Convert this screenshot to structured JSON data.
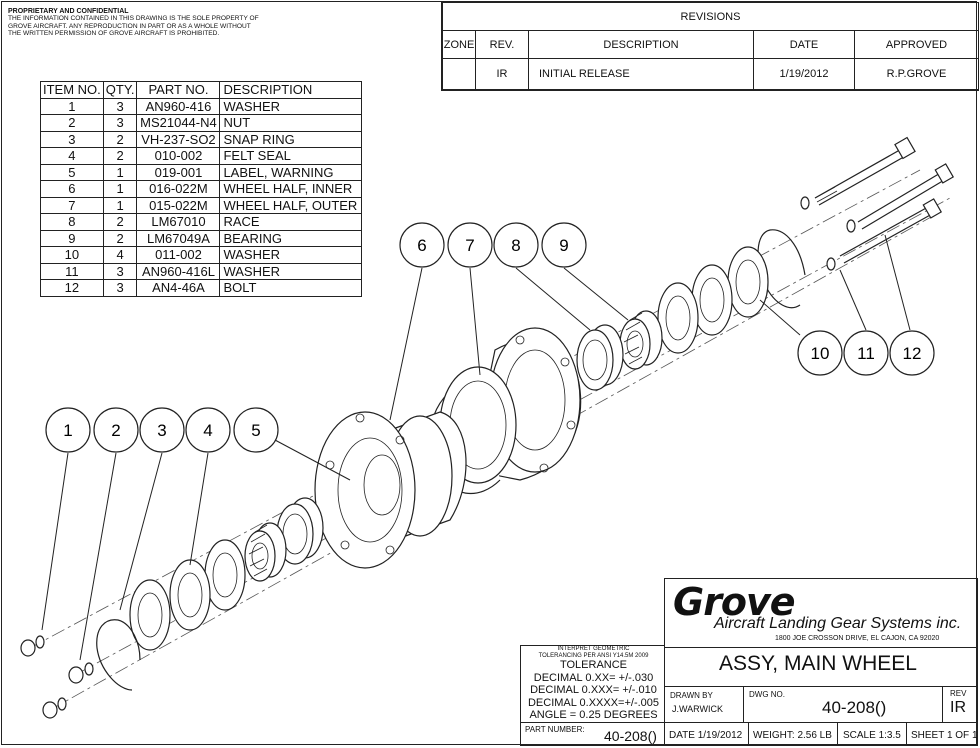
{
  "proprietary": {
    "heading": "PROPRIETARY AND CONFIDENTIAL",
    "line1": "THE INFORMATION CONTAINED IN THIS DRAWING IS THE SOLE PROPERTY OF",
    "line2": "GROVE AIRCRAFT.  ANY REPRODUCTION IN PART OR AS A WHOLE WITHOUT",
    "line3": "THE WRITTEN PERMISSION OF GROVE AIRCRAFT IS PROHIBITED."
  },
  "revisions": {
    "title": "REVISIONS",
    "headers": [
      "ZONE",
      "REV.",
      "DESCRIPTION",
      "DATE",
      "APPROVED"
    ],
    "row": {
      "zone": "",
      "rev": "IR",
      "description": "INITIAL RELEASE",
      "date": "1/19/2012",
      "approved": "R.P.GROVE"
    }
  },
  "bom": {
    "headers": [
      "ITEM NO.",
      "QTY.",
      "PART NO.",
      "DESCRIPTION"
    ],
    "rows": [
      [
        "1",
        "3",
        "AN960-416",
        "WASHER"
      ],
      [
        "2",
        "3",
        "MS21044-N4",
        "NUT"
      ],
      [
        "3",
        "2",
        "VH-237-SO2",
        "SNAP RING"
      ],
      [
        "4",
        "2",
        "010-002",
        "FELT SEAL"
      ],
      [
        "5",
        "1",
        "019-001",
        "LABEL, WARNING"
      ],
      [
        "6",
        "1",
        "016-022M",
        "WHEEL HALF, INNER"
      ],
      [
        "7",
        "1",
        "015-022M",
        "WHEEL HALF, OUTER"
      ],
      [
        "8",
        "2",
        "LM67010",
        "RACE"
      ],
      [
        "9",
        "2",
        "LM67049A",
        "BEARING"
      ],
      [
        "10",
        "4",
        "011-002",
        "WASHER"
      ],
      [
        "11",
        "3",
        "AN960-416L",
        "WASHER"
      ],
      [
        "12",
        "3",
        "AN4-46A",
        "BOLT"
      ]
    ]
  },
  "balloons": [
    "1",
    "2",
    "3",
    "4",
    "5",
    "6",
    "7",
    "8",
    "9",
    "10",
    "11",
    "12"
  ],
  "title_block": {
    "company": "Grove",
    "company_sub": "Aircraft Landing Gear Systems inc.",
    "address": "1800 JOE CROSSON DRIVE, EL CAJON, CA 92020",
    "drawing_title": "ASSY, MAIN WHEEL",
    "tol_note1": "INTERPRET GEOMETRIC",
    "tol_note2": "TOLERANCING PER  ANSI Y14.5M 2009",
    "tol_title": "TOLERANCE",
    "tol_line1": "DECIMAL 0.XX=  +/-.030",
    "tol_line2": "DECIMAL 0.XXX= +/-.010",
    "tol_line3": "DECIMAL 0.XXXX=+/-.005",
    "tol_line4": "ANGLE = 0.25 DEGREES",
    "part_number_label": "PART NUMBER:",
    "part_number": "40-208()",
    "drawn_by_label": "DRAWN BY",
    "drawn_by": "J.WARWICK",
    "dwg_no_label": "DWG NO.",
    "dwg_no": "40-208()",
    "rev_label": "REV",
    "rev": "IR",
    "date": "DATE  1/19/2012",
    "weight": "WEIGHT: 2.56 LB",
    "scale": "SCALE  1:3.5",
    "sheet": "SHEET 1 OF 1"
  }
}
